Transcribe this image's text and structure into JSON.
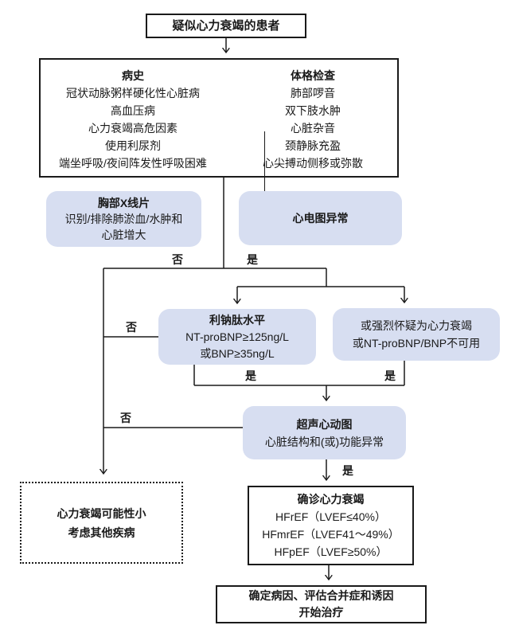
{
  "title": "疑似心力衰竭的患者",
  "assessment": {
    "history": {
      "heading": "病史",
      "items": [
        "冠状动脉粥样硬化性心脏病",
        "高血压病",
        "心力衰竭高危因素",
        "使用利尿剂",
        "端坐呼吸/夜间阵发性呼吸困难"
      ]
    },
    "physical": {
      "heading": "体格检查",
      "items": [
        "肺部啰音",
        "双下肢水肿",
        "心脏杂音",
        "颈静脉充盈",
        "心尖搏动侧移或弥散"
      ]
    }
  },
  "xray": {
    "heading": "胸部X线片",
    "lines": [
      "识别/排除肺淤血/水肿和",
      "心脏增大"
    ]
  },
  "ecg": {
    "label": "心电图异常"
  },
  "bnp": {
    "heading": "利钠肽水平",
    "lines": [
      "NT-proBNP≥125ng/L",
      "或BNP≥35ng/L"
    ]
  },
  "suspect": {
    "lines": [
      "或强烈怀疑为心力衰竭",
      "或NT-proBNP/BNP不可用"
    ]
  },
  "echo": {
    "heading": "超声心动图",
    "line": "心脏结构和(或)功能异常"
  },
  "unlikely": {
    "lines": [
      "心力衰竭可能性小",
      "考虑其他疾病"
    ]
  },
  "confirm": {
    "heading": "确诊心力衰竭",
    "lines": [
      "HFrEF（LVEF≤40%）",
      "HFmrEF（LVEF41～49%）",
      "HFpEF（LVEF≥50%）"
    ]
  },
  "final": {
    "lines": [
      "确定病因、评估合并症和诱因",
      "开始治疗"
    ]
  },
  "labels": {
    "no": "否",
    "yes": "是"
  },
  "colors": {
    "node_fill": "#d7def1",
    "line": "#1a1a1a"
  }
}
